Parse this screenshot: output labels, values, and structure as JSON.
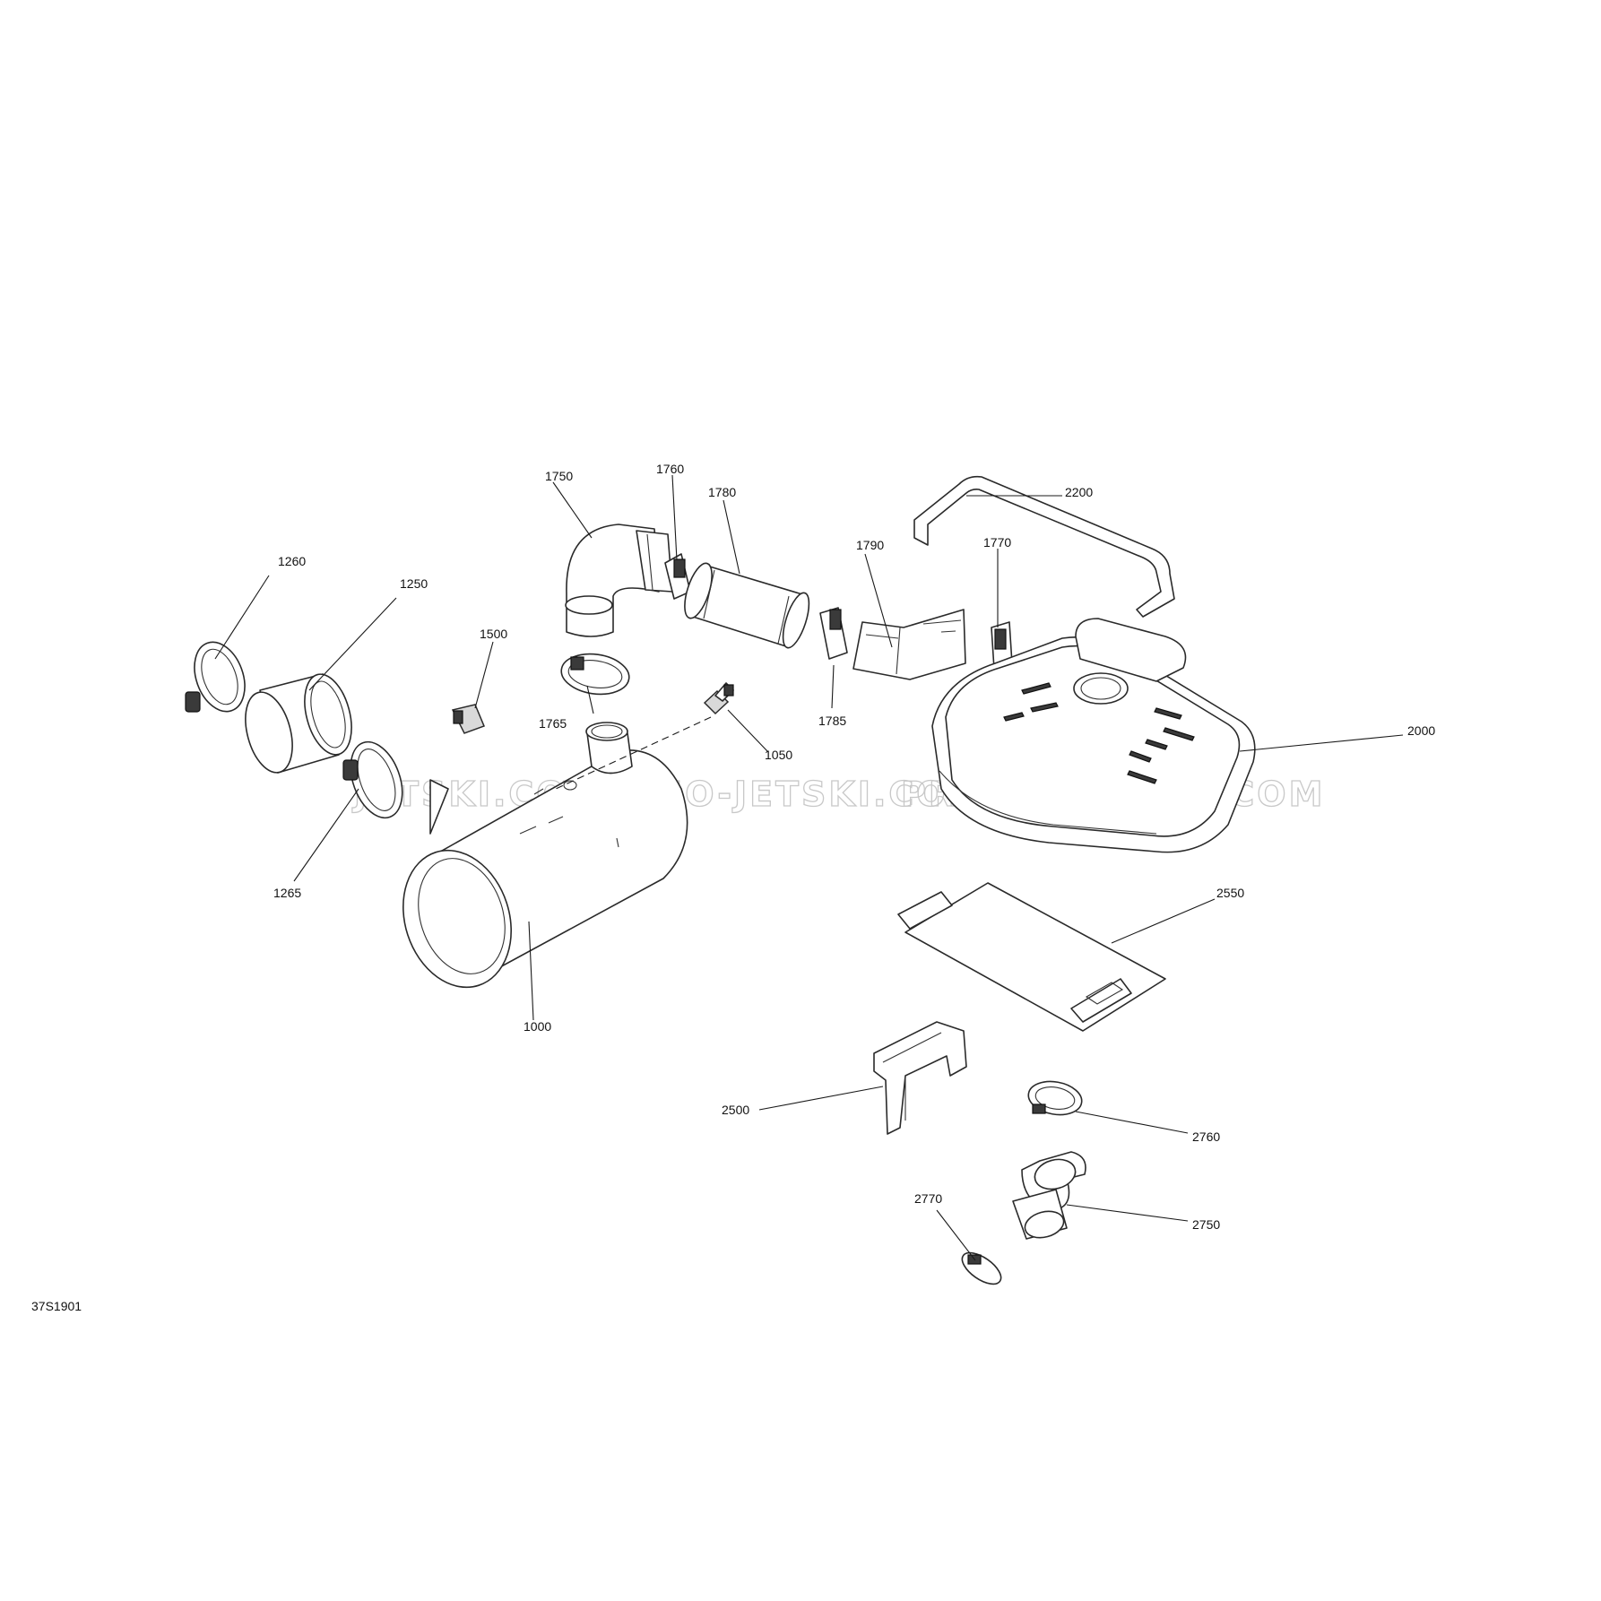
{
  "diagram": {
    "reference_code": "37S1901",
    "watermark": "PROMO-JETSKI.COM",
    "parts": {
      "p1000": "1000",
      "p1050": "1050",
      "p1250": "1250",
      "p1260": "1260",
      "p1265": "1265",
      "p1500": "1500",
      "p1750": "1750",
      "p1760": "1760",
      "p1765": "1765",
      "p1770": "1770",
      "p1780": "1780",
      "p1785": "1785",
      "p1790": "1790",
      "p2000": "2000",
      "p2200": "2200",
      "p2500": "2500",
      "p2550": "2550",
      "p2750": "2750",
      "p2760": "2760",
      "p2770": "2770"
    }
  }
}
